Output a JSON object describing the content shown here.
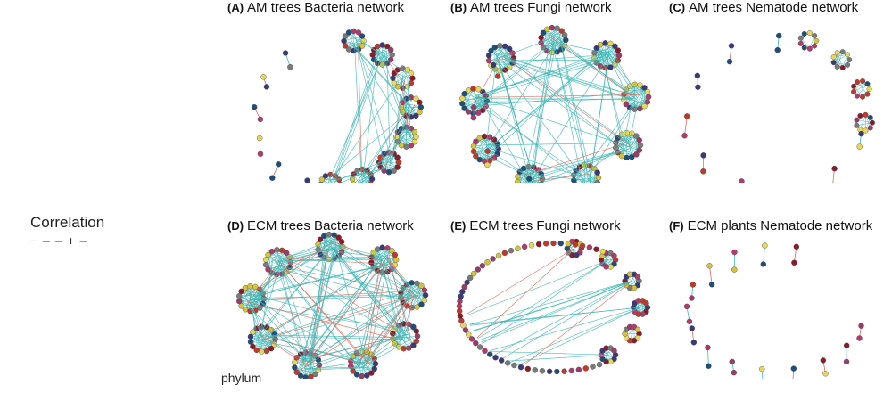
{
  "legend": {
    "title": "Correlation",
    "negative_symbol": "−",
    "positive_symbol": "+",
    "negative_color": "#e06a5a",
    "positive_color": "#3fb8b6"
  },
  "phylum_label": "phylum",
  "node_palette": [
    "#8b1a2b",
    "#c0392b",
    "#3b3a78",
    "#d4c43a",
    "#e8d85a",
    "#9e3a6a",
    "#7a7a7a",
    "#1f4e79",
    "#b5396a"
  ],
  "panels": [
    {
      "tag": "(A)",
      "title": "AM trees Bacteria network"
    },
    {
      "tag": "(B)",
      "title": "AM trees Fungi network"
    },
    {
      "tag": "(C)",
      "title": "AM trees Nematode network"
    },
    {
      "tag": "(D)",
      "title": "ECM trees Bacteria network"
    },
    {
      "tag": "(E)",
      "title": "ECM trees Fungi network"
    },
    {
      "tag": "(F)",
      "title": "ECM plants Nematode network"
    }
  ]
}
